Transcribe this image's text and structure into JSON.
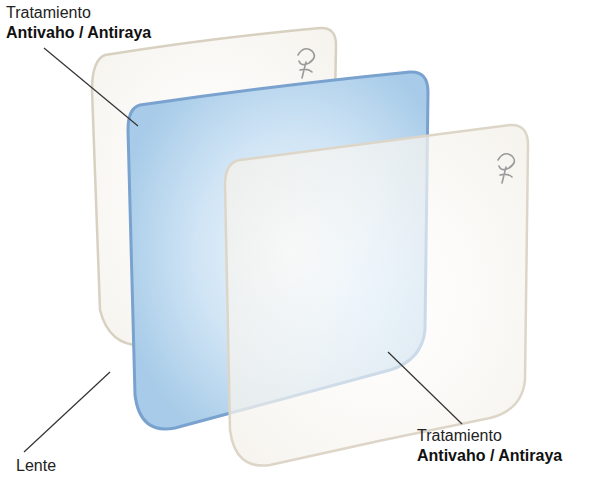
{
  "diagram": {
    "labels": [
      "Tratamiento",
      "Antivaho / Antiraya",
      "Lente",
      "Tratamiento",
      "Antivaho / Antiraya"
    ]
  }
}
